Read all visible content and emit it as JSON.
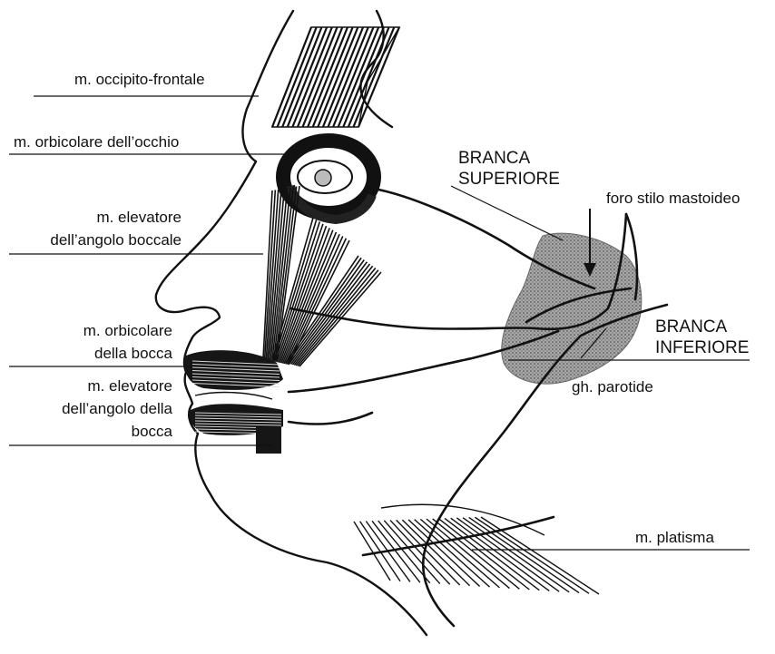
{
  "labels": {
    "occipito_frontale": "m. occipito-frontale",
    "orbicolare_occhio": "m. orbicolare dell’occhio",
    "elevatore_boccale_1": "m. elevatore",
    "elevatore_boccale_2": "dell’angolo boccale",
    "orbicolare_bocca_1": "m. orbicolare",
    "orbicolare_bocca_2": "della bocca",
    "elevatore_bocca_1": "m. elevatore",
    "elevatore_bocca_2": "dell’angolo della",
    "elevatore_bocca_3": "bocca",
    "branca_superiore_1": "BRANCA",
    "branca_superiore_2": "SUPERIORE",
    "foro_stilo": "foro stilo mastoideo",
    "branca_inferiore_1": "BRANCA",
    "branca_inferiore_2": "INFERIORE",
    "parotide": "gh. parotide",
    "platisma": "m. platisma"
  },
  "colors": {
    "ink": "#111111",
    "gland": "#8a8a8a",
    "background": "#ffffff"
  }
}
